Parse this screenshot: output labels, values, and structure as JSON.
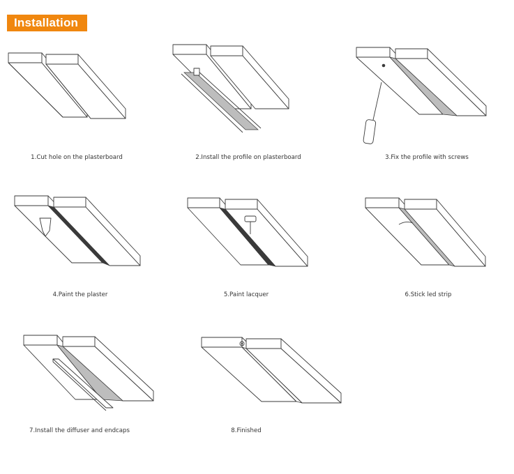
{
  "header": {
    "title": "Installation",
    "accent_color": "#f0870f"
  },
  "steps": [
    {
      "caption": "1.Cut hole on the plasterboard"
    },
    {
      "caption": "2.Install the profile on plasterboard"
    },
    {
      "caption": "3.Fix the profile with screws"
    },
    {
      "caption": "4.Paint the plaster"
    },
    {
      "caption": "5.Paint lacquer"
    },
    {
      "caption": "6.Stick led strip"
    },
    {
      "caption": "7.Install the diffuser and endcaps"
    },
    {
      "caption": "8.Finished"
    }
  ]
}
